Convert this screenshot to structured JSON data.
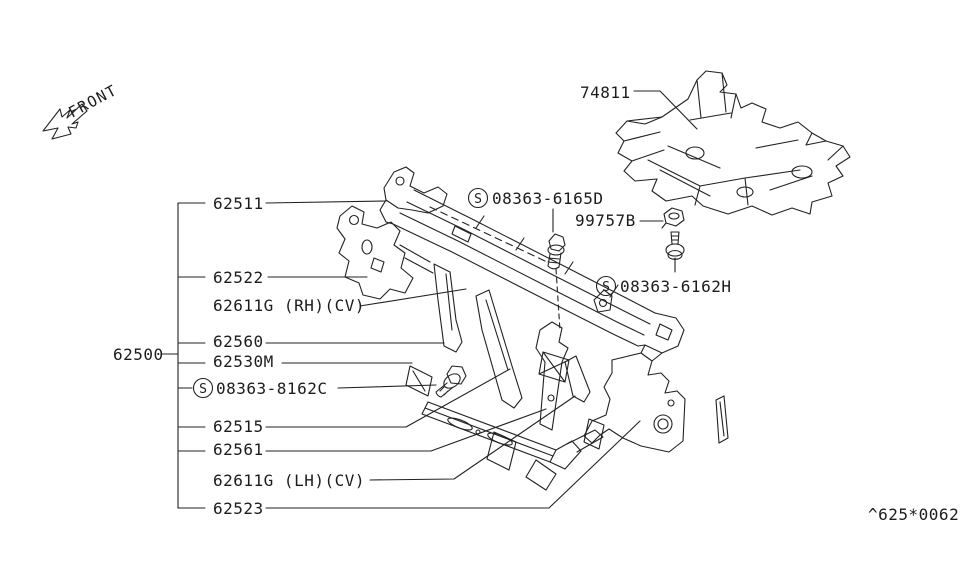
{
  "page": {
    "background": "#ffffff",
    "ink": "#1c1c1c"
  },
  "orientation": {
    "front_label": "FRONT"
  },
  "drawing_code": "^625*0062",
  "callouts": {
    "cover": "74811",
    "assembly": "62500",
    "clip": "99757B",
    "screw_6165d": {
      "symbol": "S",
      "number": "08363-6165D"
    },
    "screw_6162h": {
      "symbol": "S",
      "number": "08363-6162H"
    },
    "screw_8162c": {
      "symbol": "S",
      "number": "08363-8162C"
    },
    "items": [
      {
        "label": "62511"
      },
      {
        "label": "62522"
      },
      {
        "label": "62611G (RH)(CV)"
      },
      {
        "label": "62560"
      },
      {
        "label": "62530M"
      },
      {
        "label": "62515"
      },
      {
        "label": "62561"
      },
      {
        "label": "62611G (LH)(CV)"
      },
      {
        "label": "62523"
      }
    ]
  }
}
